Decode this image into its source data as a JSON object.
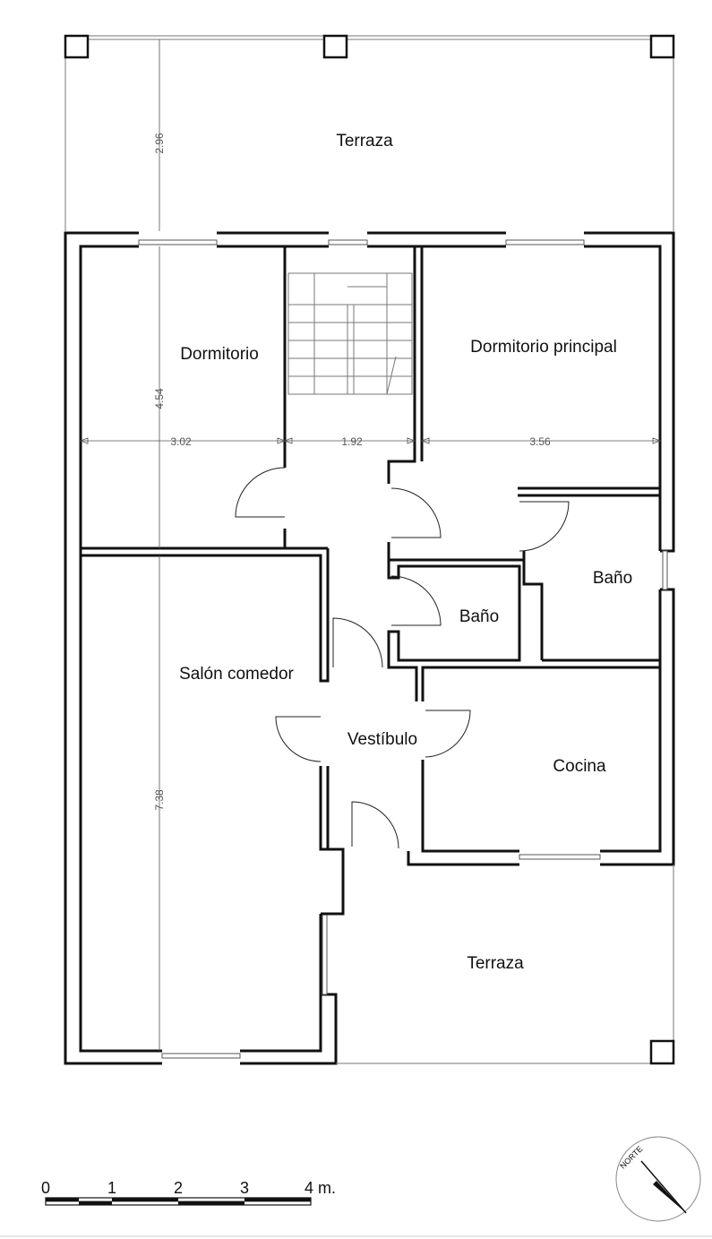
{
  "rooms": {
    "terraza_top": "Terraza",
    "dormitorio": "Dormitorio",
    "dormitorio_principal": "Dormitorio principal",
    "bano_right": "Baño",
    "bano_center": "Baño",
    "salon_comedor": "Salón comedor",
    "vestibulo": "Vestíbulo",
    "cocina": "Cocina",
    "terraza_bottom": "Terraza"
  },
  "dimensions": {
    "terrace_depth": "2.96",
    "dormitorio_depth": "4.54",
    "dormitorio_width": "3.02",
    "stair_width": "1.92",
    "principal_width": "3.56",
    "salon_depth": "7.38"
  },
  "scale_bar": {
    "labels": [
      "0",
      "1",
      "2",
      "3",
      "4 m."
    ]
  },
  "north_arrow": {
    "label": "NORTE"
  },
  "icons": {
    "north": "north-arrow-icon",
    "stairs": "staircase-icon"
  }
}
